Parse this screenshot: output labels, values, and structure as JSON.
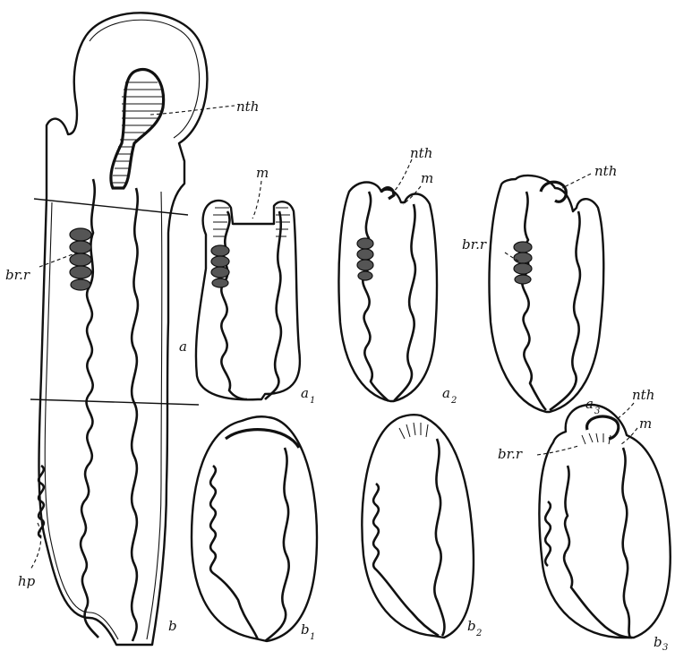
{
  "labels": {
    "nth_main": "nth",
    "nth_a2": "nth",
    "nth_a3": "nth",
    "nth_b3": "nth",
    "m_a1": "m",
    "m_a2": "m",
    "m_b3": "m",
    "brr_main": "br.r",
    "brr_a3": "br.r",
    "brr_b3": "br.r",
    "hp": "hp",
    "a": "a",
    "b": "b",
    "a1": "a",
    "a1_sub": "1",
    "a2": "a",
    "a2_sub": "2",
    "a3": "a",
    "a3_sub": "3",
    "b1": "b",
    "b1_sub": "1",
    "b2": "b",
    "b2_sub": "2",
    "b3": "b",
    "b3_sub": "3"
  },
  "colors": {
    "ink": "#111111",
    "background": "#ffffff"
  }
}
